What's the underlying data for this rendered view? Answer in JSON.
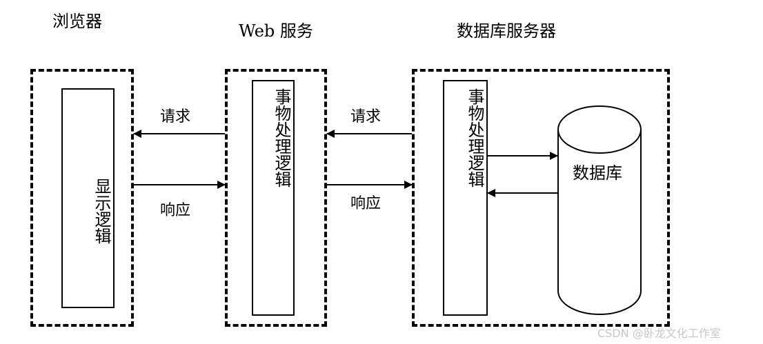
{
  "tiers": {
    "browser": {
      "title": "浏览器",
      "inner": "显示逻辑"
    },
    "web": {
      "title": "Web 服务",
      "inner": "事物处理逻辑"
    },
    "db_server": {
      "title": "数据库服务器",
      "inner": "事物处理逻辑",
      "database": "数据库"
    }
  },
  "arrows": {
    "browser_web": {
      "request": "请求",
      "response": "响应"
    },
    "web_db": {
      "request": "请求",
      "response": "响应"
    }
  },
  "watermark": "CSDN @卧龙文化工作室"
}
